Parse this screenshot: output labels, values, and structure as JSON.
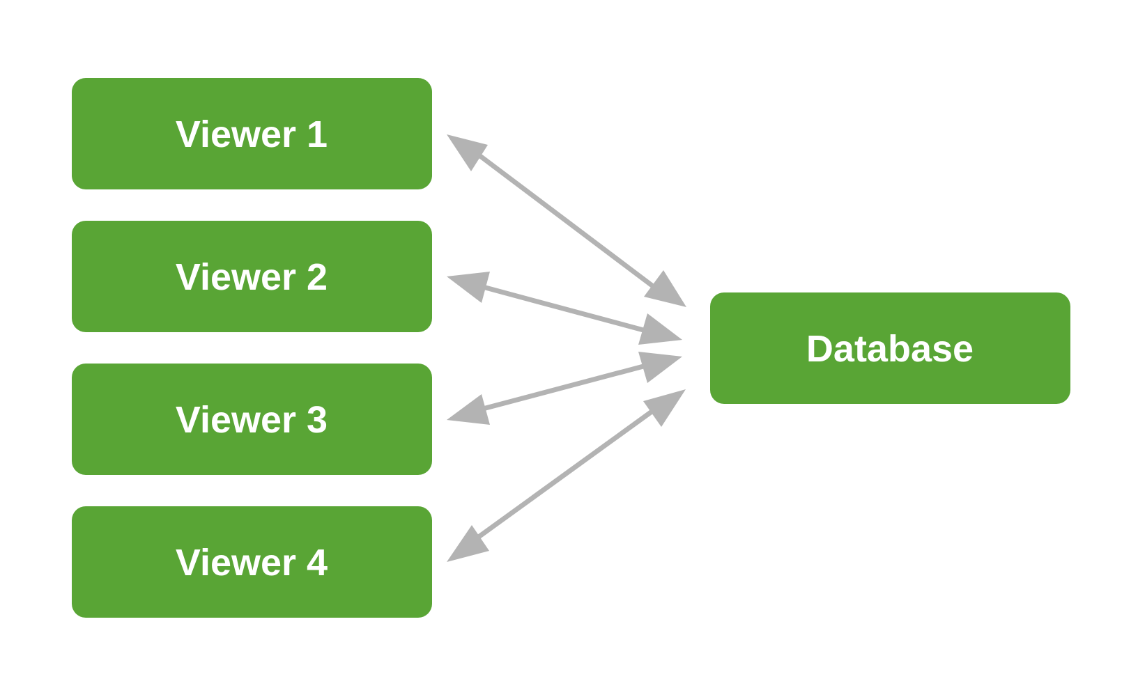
{
  "colors": {
    "node_fill": "#59a535",
    "node_text": "#ffffff",
    "connector": "#b3b3b3",
    "background": "#ffffff"
  },
  "nodes": {
    "viewer1": {
      "label": "Viewer 1"
    },
    "viewer2": {
      "label": "Viewer 2"
    },
    "viewer3": {
      "label": "Viewer 3"
    },
    "viewer4": {
      "label": "Viewer 4"
    },
    "database": {
      "label": "Database"
    }
  },
  "edges": [
    {
      "from": "viewer1",
      "to": "database",
      "direction": "bidirectional"
    },
    {
      "from": "viewer2",
      "to": "database",
      "direction": "bidirectional"
    },
    {
      "from": "viewer3",
      "to": "database",
      "direction": "bidirectional"
    },
    {
      "from": "viewer4",
      "to": "database",
      "direction": "bidirectional"
    }
  ]
}
